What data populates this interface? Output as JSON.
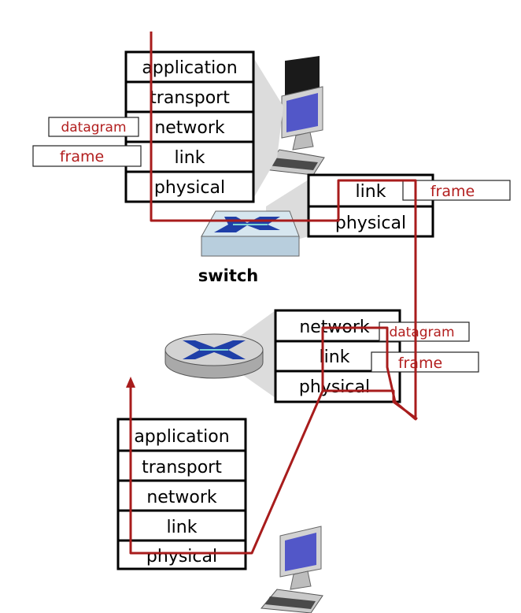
{
  "host_top": {
    "layers": [
      "application",
      "transport",
      "network",
      "link",
      "physical"
    ]
  },
  "host_bottom": {
    "layers": [
      "application",
      "transport",
      "network",
      "link",
      "physical"
    ]
  },
  "switch": {
    "label": "switch",
    "layers": [
      "link",
      "physical"
    ],
    "tag": "frame"
  },
  "router": {
    "layers": [
      "network",
      "link",
      "physical"
    ],
    "tags": [
      "datagram",
      "frame"
    ]
  },
  "host_top_tags": [
    "datagram",
    "frame"
  ],
  "colors": {
    "path": "#a81c1c",
    "tag_text": "#b21e1e",
    "switch_body": "#c9dbe6",
    "device_arrow": "#1f3fa8"
  }
}
